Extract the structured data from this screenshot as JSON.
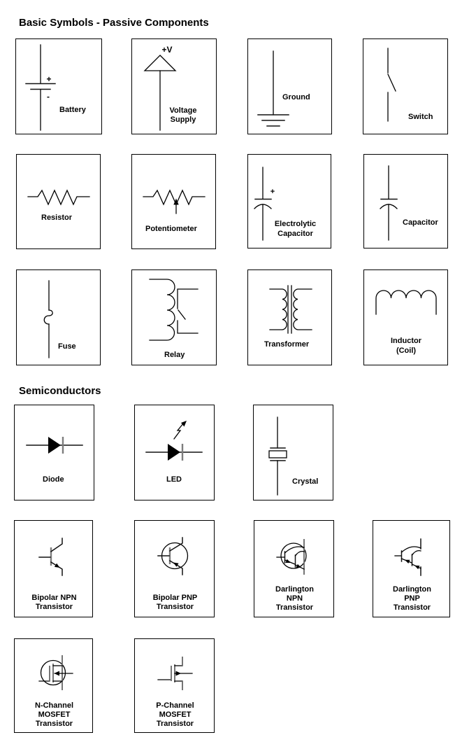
{
  "page": {
    "background": "#ffffff",
    "line_color": "#000000",
    "bar_color": "#7d7d7d"
  },
  "sections": [
    {
      "title": "Basic Symbols - Passive Components",
      "items": [
        {
          "label": "Battery",
          "plus": "+",
          "minus": "-"
        },
        {
          "label": "Voltage Supply",
          "annotation": "+V"
        },
        {
          "label": "Ground"
        },
        {
          "label": "Switch"
        },
        {
          "label": "Resistor"
        },
        {
          "label": "Potentiometer"
        },
        {
          "label": "Electrolytic Capacitor",
          "plus": "+"
        },
        {
          "label": "Capacitor"
        },
        {
          "label": "Fuse"
        },
        {
          "label": "Relay"
        },
        {
          "label": "Transformer"
        },
        {
          "label": "Inductor (Coil)"
        }
      ]
    },
    {
      "title": "Semiconductors",
      "items": [
        {
          "label": "Diode"
        },
        {
          "label": "LED"
        },
        {
          "label": "Crystal"
        },
        {
          "label": "Bipolar NPN Transistor"
        },
        {
          "label": "Bipolar PNP Transistor"
        },
        {
          "label": "Darlington NPN Transistor"
        },
        {
          "label": "Darlington PNP Transistor"
        },
        {
          "label": "N-Channel MOSFET Transistor"
        },
        {
          "label": "P-Channel MOSFET Transistor"
        }
      ]
    }
  ]
}
